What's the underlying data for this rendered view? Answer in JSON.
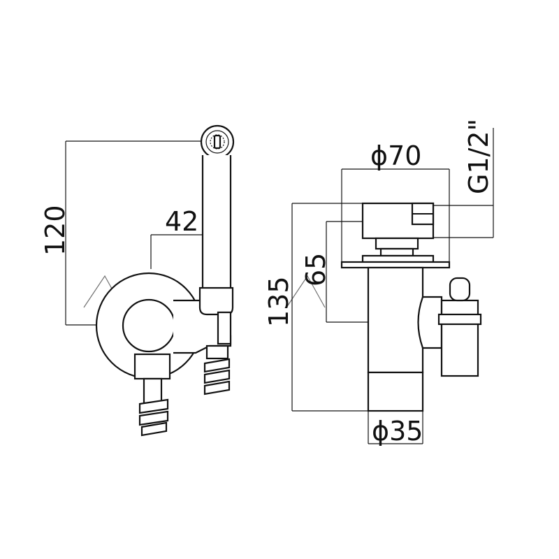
{
  "dimensions": {
    "side_height": "120",
    "side_offset": "42",
    "front_total_height": "135",
    "front_mid_height": "65",
    "front_plate_diameter": "ϕ70",
    "front_body_diameter": "ϕ35",
    "front_thread": "G1/2\""
  },
  "colors": {
    "line": "#111111",
    "background": "#ffffff",
    "watermark": "#d8d8d8"
  }
}
